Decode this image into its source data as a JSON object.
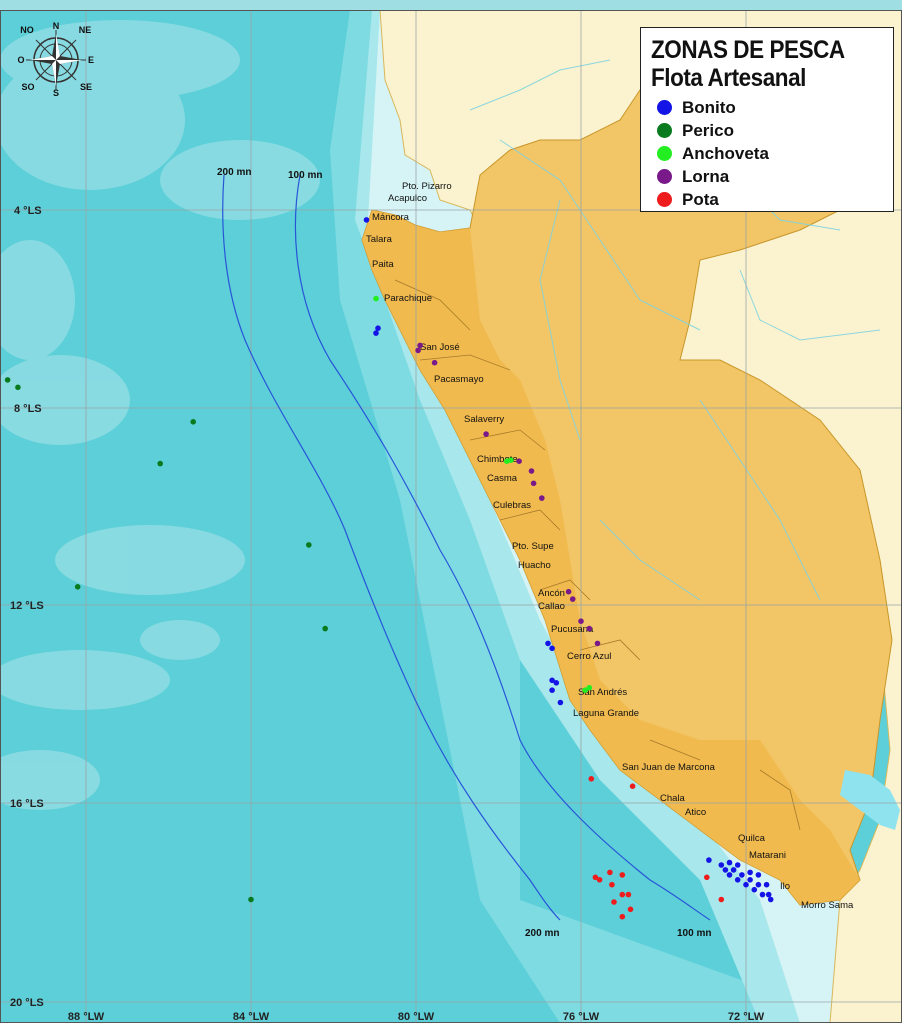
{
  "legend": {
    "title_line1": "ZONAS DE PESCA",
    "title_line2": "Flota Artesanal",
    "items": [
      {
        "label": "Bonito",
        "color": "#1414e6"
      },
      {
        "label": "Perico",
        "color": "#0a7a1e"
      },
      {
        "label": "Anchoveta",
        "color": "#22ee22"
      },
      {
        "label": "Lorna",
        "color": "#7a1a8a"
      },
      {
        "label": "Pota",
        "color": "#ee1c1c"
      }
    ]
  },
  "compass": {
    "n": "N",
    "ne": "NE",
    "no": "NO",
    "o": "O",
    "e": "E",
    "so": "SO",
    "s": "S",
    "se": "SE"
  },
  "lat_labels": [
    "4 °LS",
    "8 °LS",
    "12 °LS",
    "16 °LS",
    "20 °LS"
  ],
  "lon_labels": [
    "88 °LW",
    "84 °LW",
    "80 °LW",
    "76 °LW",
    "72 °LW"
  ],
  "distance_lines": {
    "top_200": "200 mn",
    "top_100": "100 mn",
    "bottom_200": "200 mn",
    "bottom_100": "100 mn"
  },
  "ports": [
    "Pto. Pizarro",
    "Acapulco",
    "Máncora",
    "Talara",
    "Paita",
    "Parachique",
    "San José",
    "Pacasmayo",
    "Salaverry",
    "Chimbote",
    "Casma",
    "Culebras",
    "Pto. Supe",
    "Huacho",
    "Ancón",
    "Callao",
    "Pucusana",
    "Cerro Azul",
    "San Andrés",
    "Laguna Grande",
    "San Juan de Marcona",
    "Chala",
    "Atico",
    "Quilca",
    "Matarani",
    "Ilo",
    "Morro Sama"
  ],
  "catch_points": {
    "bonito": [
      [
        -81.2,
        -4.2
      ],
      [
        -80.97,
        -6.5
      ],
      [
        -80.92,
        -6.4
      ],
      [
        -76.8,
        -12.8
      ],
      [
        -76.7,
        -12.9
      ],
      [
        -76.7,
        -13.55
      ],
      [
        -76.6,
        -13.6
      ],
      [
        -76.7,
        -13.75
      ],
      [
        -76.5,
        -14.0
      ],
      [
        -72.9,
        -17.2
      ],
      [
        -72.6,
        -17.3
      ],
      [
        -72.5,
        -17.4
      ],
      [
        -72.4,
        -17.5
      ],
      [
        -72.3,
        -17.4
      ],
      [
        -72.2,
        -17.6
      ],
      [
        -72.1,
        -17.5
      ],
      [
        -72.0,
        -17.7
      ],
      [
        -71.9,
        -17.6
      ],
      [
        -71.8,
        -17.8
      ],
      [
        -71.7,
        -17.7
      ],
      [
        -71.6,
        -17.9
      ],
      [
        -71.5,
        -17.7
      ],
      [
        -71.45,
        -17.9
      ],
      [
        -71.4,
        -18.0
      ],
      [
        -71.7,
        -17.5
      ],
      [
        -72.2,
        -17.3
      ],
      [
        -72.4,
        -17.25
      ],
      [
        -71.9,
        -17.45
      ]
    ],
    "perico": [
      [
        -89.9,
        -7.45
      ],
      [
        -89.65,
        -7.6
      ],
      [
        -85.4,
        -8.3
      ],
      [
        -86.2,
        -9.15
      ],
      [
        -82.6,
        -10.8
      ],
      [
        -88.2,
        -11.65
      ],
      [
        -82.2,
        -12.5
      ],
      [
        -84.0,
        -18.0
      ]
    ],
    "anchoveta": [
      [
        -80.97,
        -5.8
      ],
      [
        -77.8,
        -9.1
      ],
      [
        -77.7,
        -9.08
      ],
      [
        -75.9,
        -13.75
      ],
      [
        -75.8,
        -13.7
      ]
    ],
    "lorna": [
      [
        -79.9,
        -6.75
      ],
      [
        -79.95,
        -6.85
      ],
      [
        -79.55,
        -7.1
      ],
      [
        -78.3,
        -8.55
      ],
      [
        -77.5,
        -9.1
      ],
      [
        -77.2,
        -9.3
      ],
      [
        -77.15,
        -9.55
      ],
      [
        -76.95,
        -9.85
      ],
      [
        -76.3,
        -11.75
      ],
      [
        -76.2,
        -11.9
      ],
      [
        -76.0,
        -12.35
      ],
      [
        -75.8,
        -12.5
      ],
      [
        -75.6,
        -12.8
      ]
    ],
    "pota": [
      [
        -75.75,
        -15.55
      ],
      [
        -74.75,
        -15.7
      ],
      [
        -75.65,
        -17.55
      ],
      [
        -75.55,
        -17.6
      ],
      [
        -75.3,
        -17.45
      ],
      [
        -75.0,
        -17.5
      ],
      [
        -75.25,
        -17.7
      ],
      [
        -75.0,
        -17.9
      ],
      [
        -74.85,
        -17.9
      ],
      [
        -75.2,
        -18.05
      ],
      [
        -74.8,
        -18.2
      ],
      [
        -75.0,
        -18.35
      ],
      [
        -72.95,
        -17.55
      ],
      [
        -72.6,
        -18.0
      ]
    ]
  }
}
